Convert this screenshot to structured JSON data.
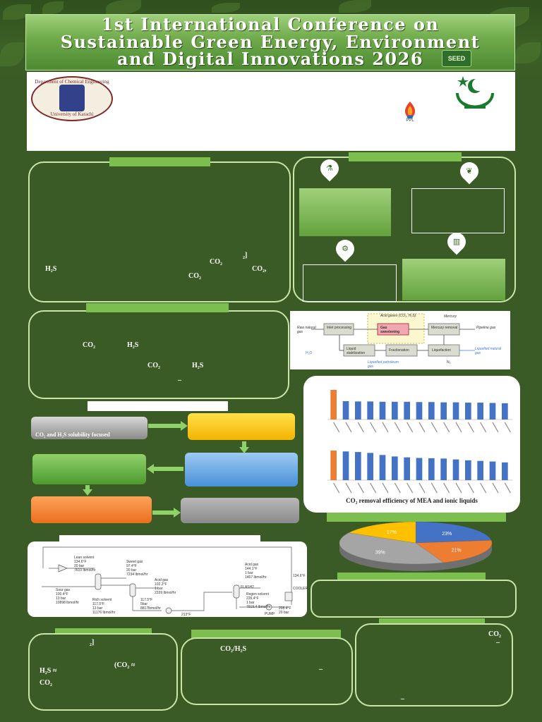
{
  "poster": {
    "title_lines": [
      "1st International Conference on",
      "Sustainable Green Energy, Environment",
      "and Digital Innovations 2026"
    ],
    "seed_logo_label": "SEED",
    "colors": {
      "background": "#3a5b25",
      "banner": "#6ea94a",
      "panel_border": "#c9e6a8",
      "bar": "#7dbf4f"
    }
  },
  "logos": {
    "uok_top": "Department of Chemical Engineering",
    "uok_bottom": "University of Karachi",
    "ppl": "PPL"
  },
  "intro_panel": {
    "symbols": [
      "CO₂",
      "₂]",
      "H₂S",
      "CO₂,",
      "CO₂"
    ]
  },
  "objectives_panel": {
    "icons": [
      "flask-icon",
      "leaf-flask-icon",
      "gear-icon",
      "factory-icon"
    ]
  },
  "method_panel": {
    "symbols": [
      "CO₂",
      "H₂S",
      "CO₂",
      "H₂S",
      "_"
    ]
  },
  "process_diagram": {
    "raw_gas": "Raw natural gas",
    "inlet": "Inlet processing",
    "acid_gases": "Acid gases (CO₂, H₂S)",
    "sweetening": "Gas sweetening",
    "mercury_removal": "Mercury removal",
    "mercury": "Mercury",
    "pipeline_gas": "Pipeline gas",
    "h2o": "H₂O",
    "liquid_stab": "Liquid stabilization",
    "fractionation": "Fractionation",
    "liquefaction": "Liquefaction",
    "lng": "Liquefied natural gas",
    "lpg": "Liquefied petroleum gas",
    "n2": "N₂"
  },
  "flowchart": {
    "box1": "CO₂ and H₂S solubility focused"
  },
  "chart_caption": "CO₂ removal efficiency of MEA and ionic liquids",
  "chart_data": [
    {
      "type": "bar",
      "values": [
        100,
        62,
        61,
        61,
        60,
        60,
        60,
        59,
        59,
        58,
        58,
        57,
        57,
        56,
        55
      ]
    },
    {
      "type": "bar",
      "values": [
        100,
        97,
        95,
        92,
        85,
        80,
        77,
        75,
        74,
        73,
        70,
        67,
        65,
        63,
        60
      ]
    },
    {
      "type": "pie",
      "labels": [
        "23%",
        "21%",
        "39%",
        "17%"
      ],
      "values": [
        23,
        21,
        39,
        17
      ],
      "colors": [
        "#4472c4",
        "#ed7d31",
        "#a5a5a5",
        "#ffc000"
      ]
    }
  ],
  "aspen_diagram": {
    "lean_solvent": "Lean solvent",
    "lean_vals": [
      "134.6°F",
      "20 bar",
      "7610 lbmol/hr"
    ],
    "sweet_gas": "Sweet gas",
    "sweet_vals": [
      "97.4°F",
      "20 bar",
      "7234 lbmol/hr"
    ],
    "sour_gas": "Sour gas",
    "sour_vals": [
      "100.4°F",
      "13 bar",
      "10898 lbmol/hr"
    ],
    "rich_solvent": "Rich solvent",
    "rich_vals": [
      "117.5°F",
      "13 bar",
      "11176 lbmol/hr"
    ],
    "acid_gas": "Acid gas",
    "acid_vals": [
      "102.2°F",
      "1 bar",
      "2339 lbmol/hr"
    ],
    "acid_gas2": "Acid gas",
    "acid2_vals": [
      "144.1°F",
      "1 bar",
      "1467 lbmol/hr"
    ],
    "mid_vals": [
      "117.5°F",
      "5bar",
      "8817lbmol/hr"
    ],
    "regen": "Regen solvent",
    "regen_vals": [
      "226.4°F",
      "1 bar",
      "7619.4 lbmol/hr"
    ],
    "temp1": "134.6°F",
    "temp2": "213°F",
    "temp3": "208.4°F",
    "temp3b": "20 bar",
    "cooler": "COOLER",
    "pump": "PUMP",
    "flash2": "FLASH2"
  },
  "conclusion_panels": {
    "p1_symbols": [
      "₂]",
      "(CO₂ ≈",
      "H₂S ≈",
      "CO₂"
    ],
    "p2_symbols": [
      "CO₂/H₂S",
      "_"
    ],
    "p3_symbols": [
      "CO₂",
      "_",
      "_"
    ]
  }
}
